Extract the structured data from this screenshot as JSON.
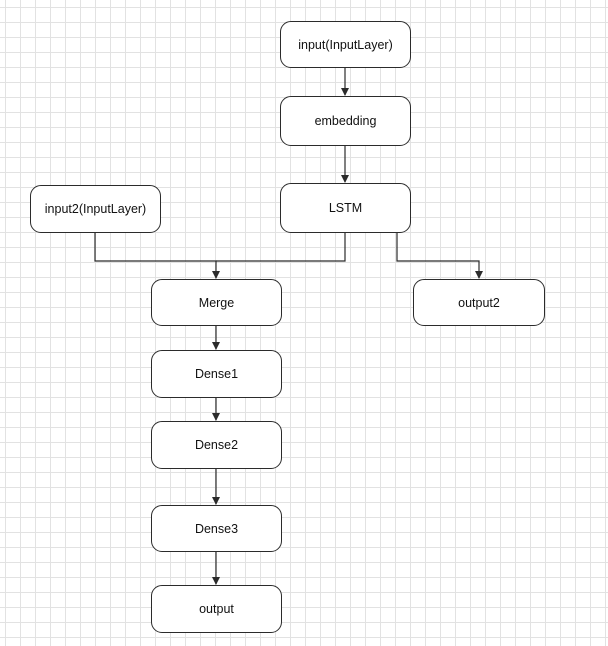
{
  "diagram": {
    "nodes": [
      {
        "id": "input",
        "label": "input(InputLayer)"
      },
      {
        "id": "embedding",
        "label": "embedding"
      },
      {
        "id": "lstm",
        "label": "LSTM"
      },
      {
        "id": "input2",
        "label": "input2(InputLayer)"
      },
      {
        "id": "merge",
        "label": "Merge"
      },
      {
        "id": "output2",
        "label": "output2"
      },
      {
        "id": "dense1",
        "label": "Dense1"
      },
      {
        "id": "dense2",
        "label": "Dense2"
      },
      {
        "id": "dense3",
        "label": "Dense3"
      },
      {
        "id": "output",
        "label": "output"
      }
    ],
    "edges": [
      {
        "from": "input",
        "to": "embedding"
      },
      {
        "from": "embedding",
        "to": "lstm"
      },
      {
        "from": "input2",
        "to": "merge"
      },
      {
        "from": "lstm",
        "to": "merge"
      },
      {
        "from": "lstm",
        "to": "output2"
      },
      {
        "from": "merge",
        "to": "dense1"
      },
      {
        "from": "dense1",
        "to": "dense2"
      },
      {
        "from": "dense2",
        "to": "dense3"
      },
      {
        "from": "dense3",
        "to": "output"
      }
    ],
    "line_color": "#2b2b2b",
    "grid_color": "#e2e2e2"
  }
}
